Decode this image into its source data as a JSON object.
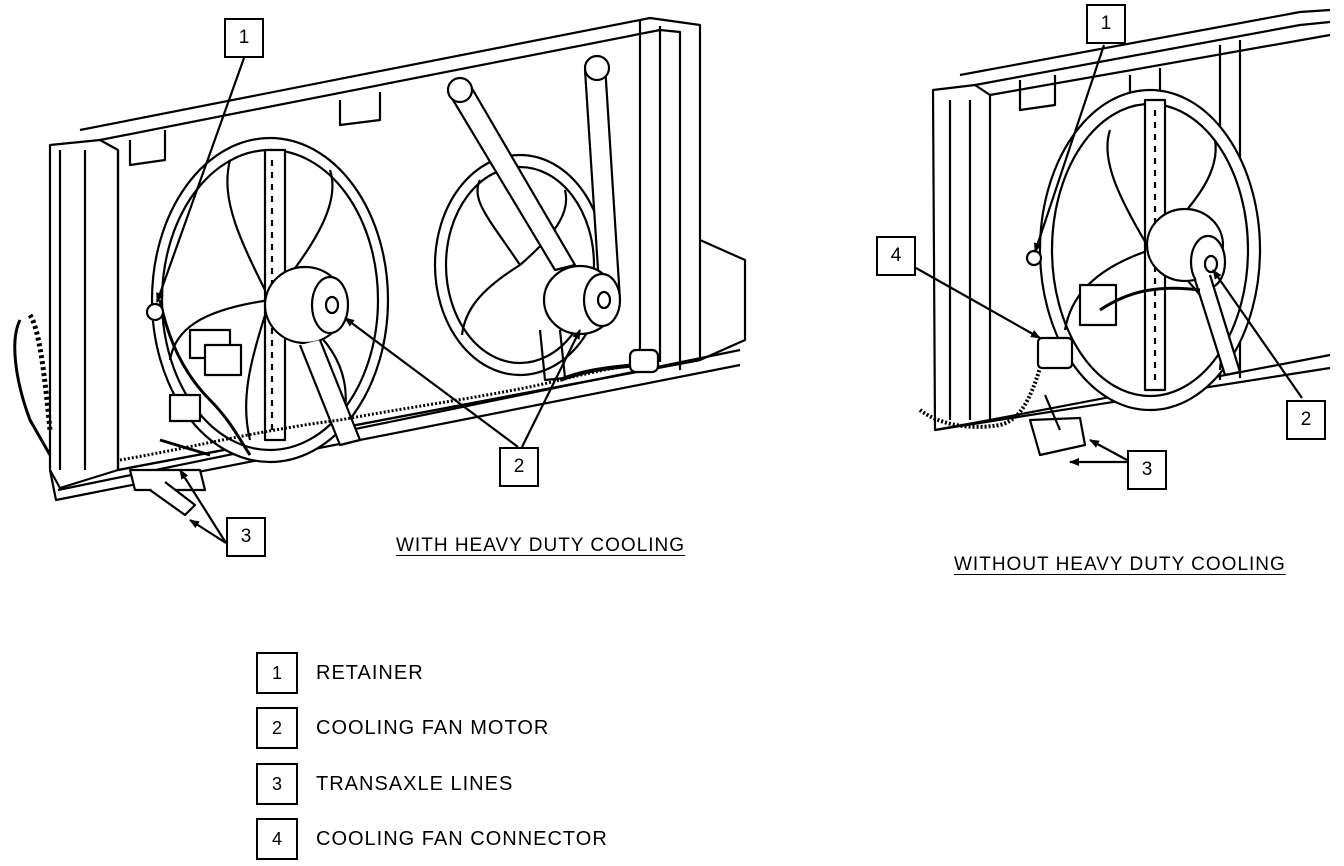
{
  "left_view": {
    "caption": "WITH HEAVY DUTY COOLING",
    "callouts": [
      "1",
      "2",
      "3"
    ]
  },
  "right_view": {
    "caption": "WITHOUT HEAVY DUTY COOLING",
    "callouts": [
      "1",
      "4",
      "2",
      "3"
    ]
  },
  "legend": [
    {
      "num": "1",
      "label": "RETAINER"
    },
    {
      "num": "2",
      "label": "COOLING FAN MOTOR"
    },
    {
      "num": "3",
      "label": "TRANSAXLE LINES"
    },
    {
      "num": "4",
      "label": "COOLING FAN CONNECTOR"
    }
  ]
}
